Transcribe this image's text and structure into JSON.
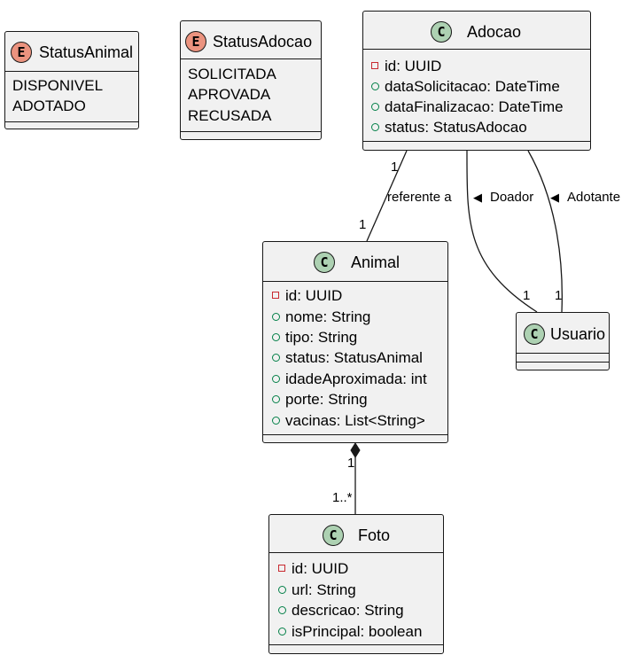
{
  "enums": {
    "status_animal": {
      "icon": "E",
      "name": "StatusAnimal",
      "values": [
        "DISPONIVEL",
        "ADOTADO"
      ]
    },
    "status_adocao": {
      "icon": "E",
      "name": "StatusAdocao",
      "values": [
        "SOLICITADA",
        "APROVADA",
        "RECUSADA"
      ]
    }
  },
  "classes": {
    "adocao": {
      "icon": "C",
      "name": "Adocao",
      "attributes": [
        {
          "visibility": "private",
          "text": "id: UUID"
        },
        {
          "visibility": "public",
          "text": "dataSolicitacao: DateTime"
        },
        {
          "visibility": "public",
          "text": "dataFinalizacao: DateTime"
        },
        {
          "visibility": "public",
          "text": "status: StatusAdocao"
        }
      ]
    },
    "animal": {
      "icon": "C",
      "name": "Animal",
      "attributes": [
        {
          "visibility": "private",
          "text": "id: UUID"
        },
        {
          "visibility": "public",
          "text": "nome: String"
        },
        {
          "visibility": "public",
          "text": "tipo: String"
        },
        {
          "visibility": "public",
          "text": "status: StatusAnimal"
        },
        {
          "visibility": "public",
          "text": "idadeAproximada: int"
        },
        {
          "visibility": "public",
          "text": "porte: String"
        },
        {
          "visibility": "public",
          "text": "vacinas: List<String>"
        }
      ]
    },
    "usuario": {
      "icon": "C",
      "name": "Usuario",
      "attributes": []
    },
    "foto": {
      "icon": "C",
      "name": "Foto",
      "attributes": [
        {
          "visibility": "private",
          "text": "id: UUID"
        },
        {
          "visibility": "public",
          "text": "url: String"
        },
        {
          "visibility": "public",
          "text": "descricao: String"
        },
        {
          "visibility": "public",
          "text": "isPrincipal: boolean"
        }
      ]
    }
  },
  "relations": {
    "referente": {
      "label": "referente a",
      "mult_top": "1",
      "mult_bottom": "1"
    },
    "doador": {
      "arrow": "◀",
      "label": "Doador",
      "mult_end": "1"
    },
    "adotante": {
      "arrow": "◀",
      "label": "Adotante",
      "mult_end": "1"
    },
    "composicao": {
      "mult_top": "1",
      "mult_bottom": "1..*"
    }
  },
  "colors": {
    "class_badge": "#add1b2",
    "enum_badge": "#eb937f",
    "box_fill": "#f1f1f1",
    "private_marker": "#c82930",
    "public_marker": "#038048"
  }
}
